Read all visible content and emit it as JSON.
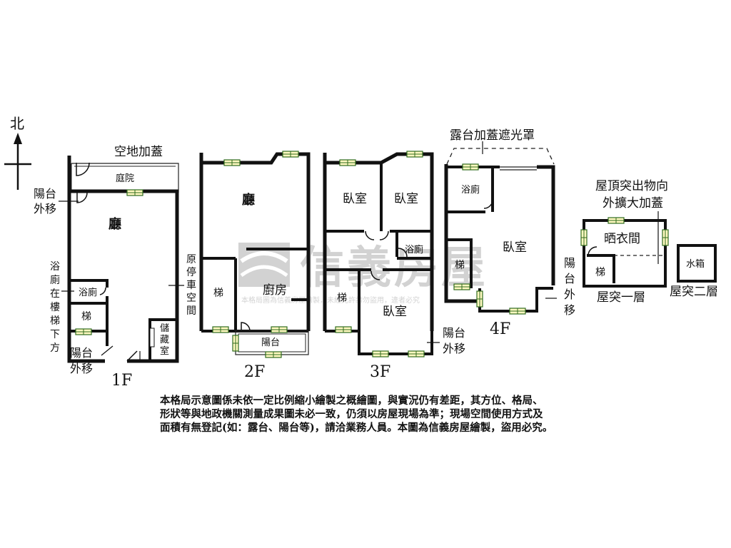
{
  "compass": {
    "north": "北"
  },
  "watermark": {
    "brand": "信義房屋",
    "notice": "本格局圖為信義房屋繪製，未經允許請勿盜用，違者必究"
  },
  "floor_1f": {
    "title": "1F",
    "courtyard_note": "空地加蓋",
    "courtyard": "庭院",
    "balcony_moved": [
      "陽台",
      "外移"
    ],
    "living_room": "廳",
    "bathroom": "浴廁",
    "bath_note": [
      "浴",
      "廁",
      "在",
      "樓",
      "梯",
      "下",
      "方"
    ],
    "stairs": "梯",
    "storage": [
      "儲",
      "藏",
      "室"
    ],
    "parking_note": [
      "原",
      "停",
      "車",
      "空",
      "間"
    ],
    "balcony_moved_bottom": [
      "陽台",
      "外移"
    ]
  },
  "floor_2f": {
    "title": "2F",
    "living_room": "廳",
    "kitchen": "廚房",
    "stairs": "梯",
    "balcony": "陽台"
  },
  "floor_3f": {
    "title": "3F",
    "bedroom_1": "臥室",
    "bedroom_2": "臥室",
    "bathroom": "浴廁",
    "stairs": "梯",
    "bedroom_3": "臥室",
    "balcony_moved": [
      "陽台",
      "外移"
    ]
  },
  "floor_4f": {
    "title": "4F",
    "terrace_note": "露台加蓋遮光罩",
    "bathroom": "浴廁",
    "bedroom": "臥室",
    "stairs": "梯",
    "balcony_moved": [
      "陽",
      "台",
      "外",
      "移"
    ]
  },
  "roof": {
    "note": [
      "屋頂突出物向",
      "外擴大加蓋"
    ],
    "laundry": "晒衣間",
    "stairs": "梯",
    "level_1": "屋突一層",
    "water_tank": "水箱",
    "level_2": "屋突二層"
  },
  "disclaimer": [
    "本格局示意圖係未依一定比例縮小繪製之概繪圖，與實況仍有差距，其方位、格局、",
    "形狀等與地政機關測量成果圖未必一致，仍須以房屋現場為準；現場空間使用方式及",
    "面積有無登記(如：露台、陽台等)，請洽業務人員。本圖為信義房屋繪製，盜用必究。"
  ]
}
